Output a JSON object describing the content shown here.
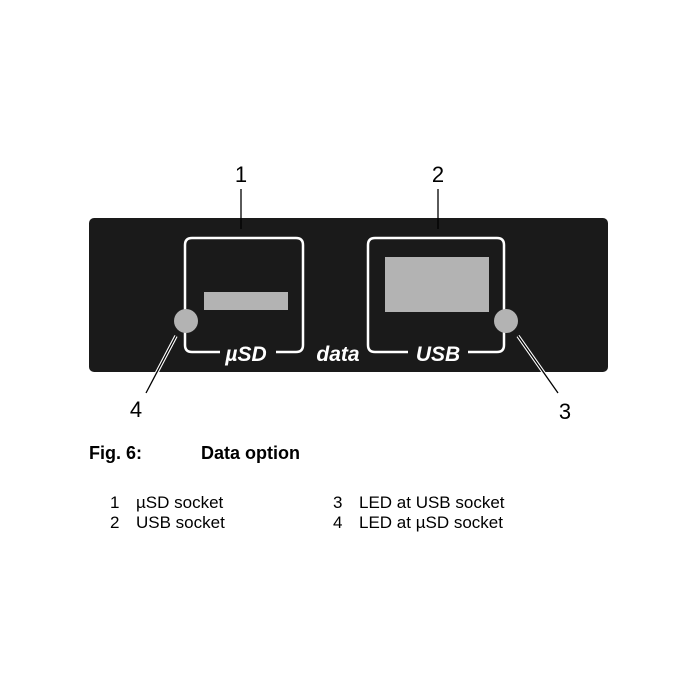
{
  "figure": {
    "panel_color": "#1a1a1a",
    "led_color": "#b3b3b3",
    "socket_color": "#b3b3b3",
    "callouts": [
      "1",
      "2",
      "3",
      "4"
    ],
    "panel_labels": {
      "usd": "µSD",
      "data": "data",
      "usb": "USB"
    }
  },
  "caption": {
    "number": "Fig. 6:",
    "title": "Data option"
  },
  "legend": {
    "left": [
      {
        "num": "1",
        "text": "µSD socket"
      },
      {
        "num": "2",
        "text": "USB socket"
      }
    ],
    "right": [
      {
        "num": "3",
        "text": "LED at USB socket"
      },
      {
        "num": "4",
        "text": "LED at µSD socket"
      }
    ]
  }
}
